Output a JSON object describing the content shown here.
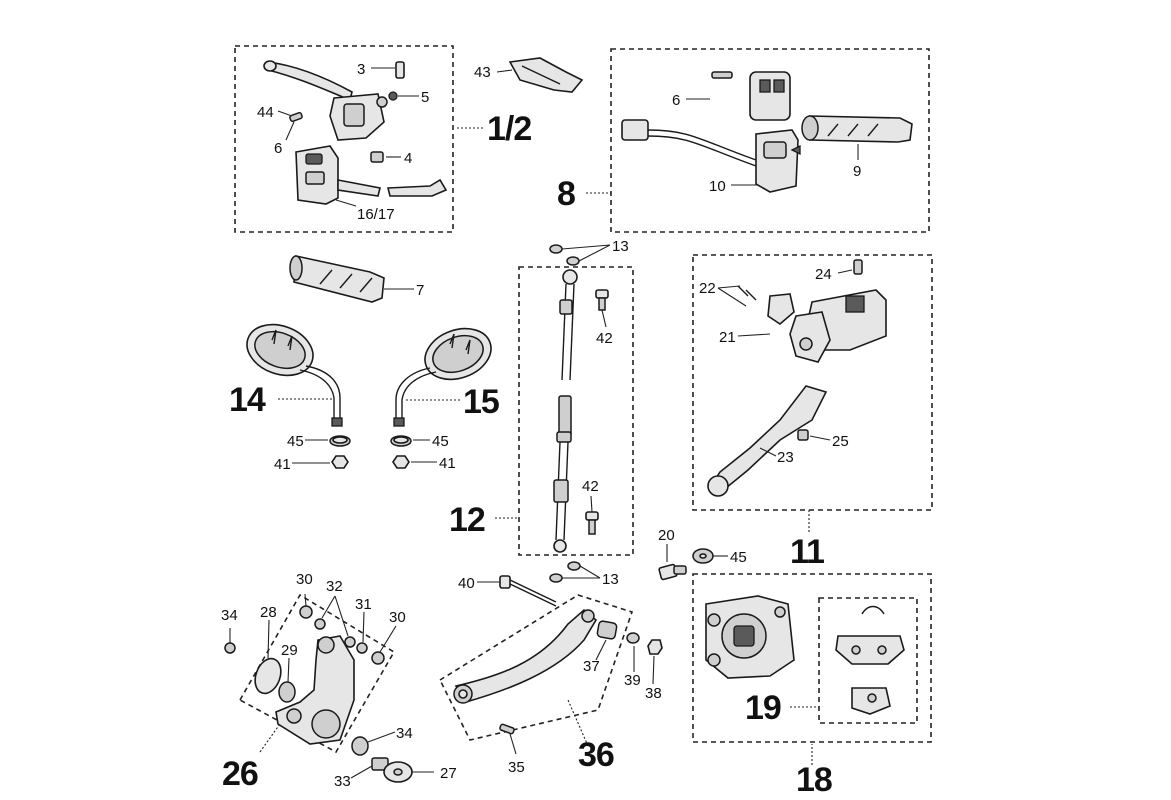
{
  "groups": [
    {
      "id": "group-1-2",
      "label": "1/2"
    },
    {
      "id": "group-8",
      "label": "8"
    },
    {
      "id": "group-14",
      "label": "14"
    },
    {
      "id": "group-15",
      "label": "15"
    },
    {
      "id": "group-12",
      "label": "12"
    },
    {
      "id": "group-11",
      "label": "11"
    },
    {
      "id": "group-26",
      "label": "26"
    },
    {
      "id": "group-36",
      "label": "36"
    },
    {
      "id": "group-19",
      "label": "19"
    },
    {
      "id": "group-18",
      "label": "18"
    }
  ],
  "parts": {
    "p3": "3",
    "p5": "5",
    "p43": "43",
    "p44": "44",
    "p6a": "6",
    "p4": "4",
    "p1617": "16/17",
    "p6b": "6",
    "p9": "9",
    "p10": "10",
    "p7": "7",
    "p13a": "13",
    "p42a": "42",
    "p24": "24",
    "p22": "22",
    "p21": "21",
    "p45a": "45",
    "p41a": "41",
    "p45b": "45",
    "p41b": "41",
    "p25": "25",
    "p23": "23",
    "p42b": "42",
    "p20": "20",
    "p45c": "45",
    "p40": "40",
    "p13b": "13",
    "p34a": "34",
    "p30a": "30",
    "p32": "32",
    "p31": "31",
    "p30b": "30",
    "p28": "28",
    "p29": "29",
    "p34b": "34",
    "p33": "33",
    "p27": "27",
    "p37": "37",
    "p39": "39",
    "p38": "38",
    "p35": "35"
  }
}
